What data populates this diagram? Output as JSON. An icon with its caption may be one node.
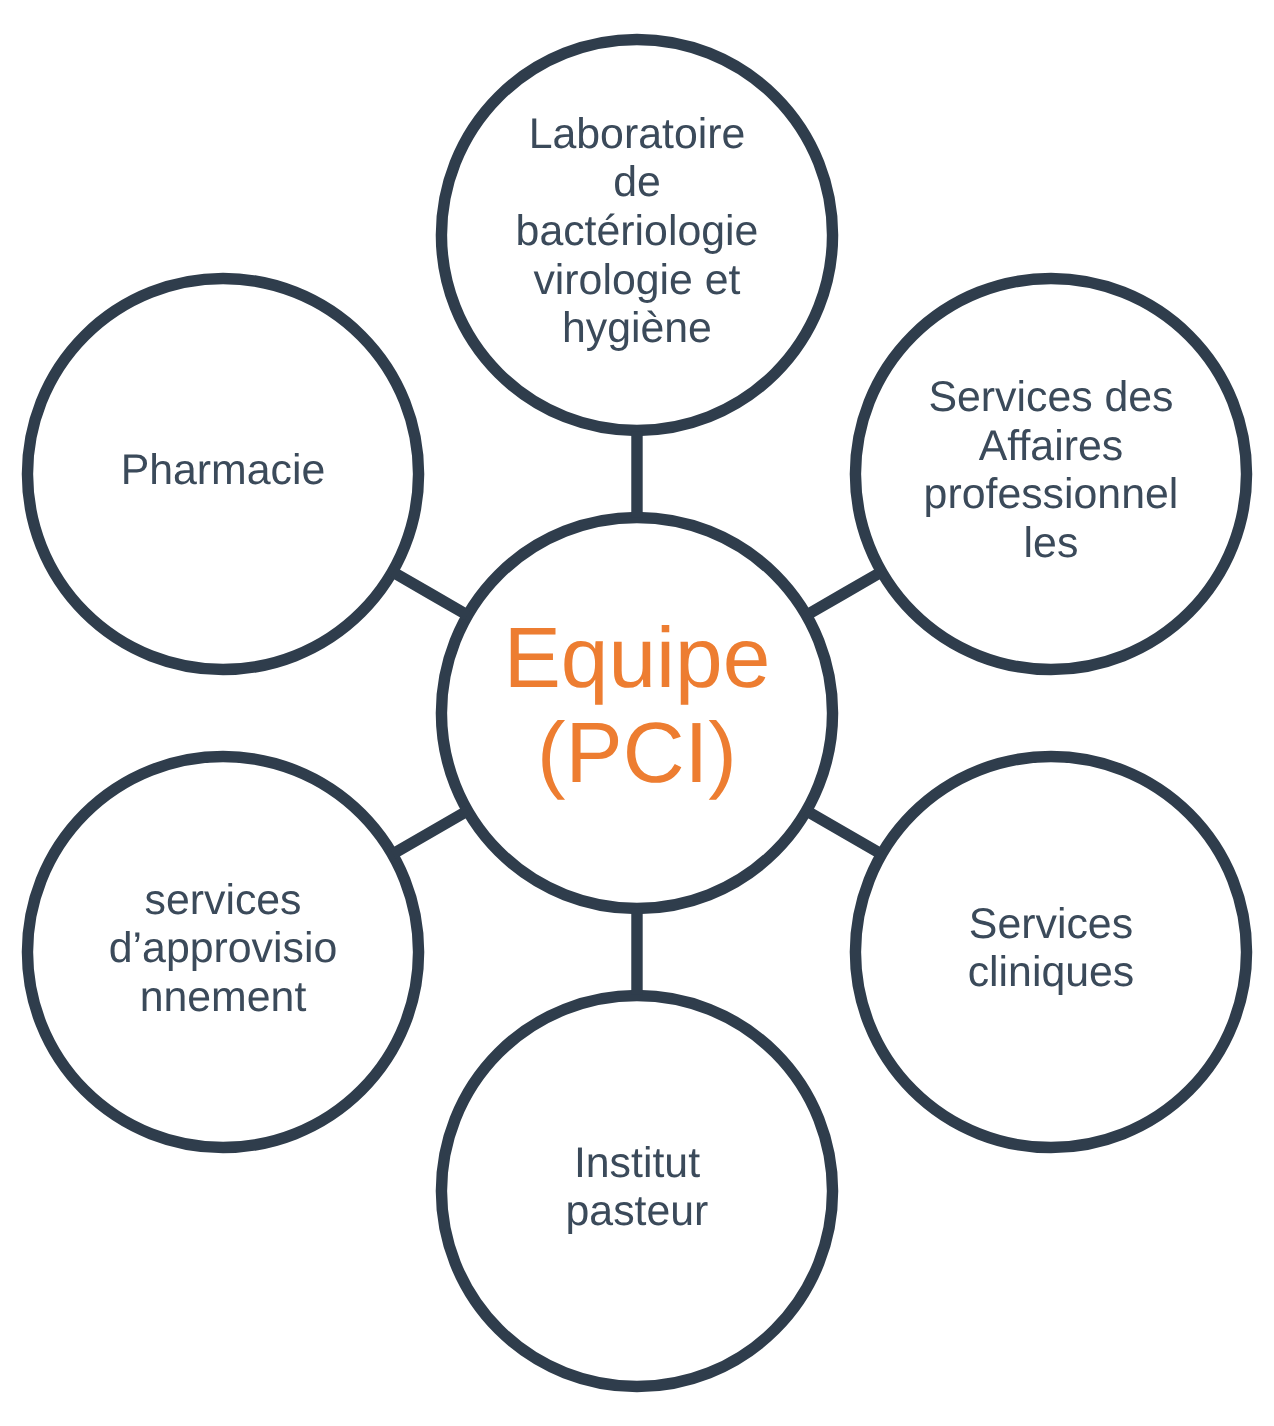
{
  "diagram": {
    "nodes": [
      {
        "text": [
          "Services des Affaires professionnel les"
        ]
      },
      {
        "text": [
          "Laboratoire de bactériologie virologie et hygiène"
        ]
      },
      {
        "text": [
          "Pharmacie"
        ]
      },
      {
        "text": [
          "Equipe (PCI)"
        ]
      },
      {
        "text": [
          "services d’approvisio nnement"
        ]
      },
      {
        "text": [
          "Institut pasteur"
        ]
      },
      {
        "text": [
          "Services cliniques"
        ]
      }
    ],
    "edges": [
      {
        "from": 3,
        "to": 0,
        "arrow": "none"
      },
      {
        "from": 3,
        "to": 2,
        "arrow": "none"
      },
      {
        "from": 3,
        "to": 5,
        "arrow": "none"
      },
      {
        "from": 3,
        "to": 6,
        "arrow": "none"
      },
      {
        "from": 3,
        "to": 4,
        "arrow": "none"
      },
      {
        "from": 3,
        "to": 1,
        "arrow": "none"
      }
    ]
  }
}
